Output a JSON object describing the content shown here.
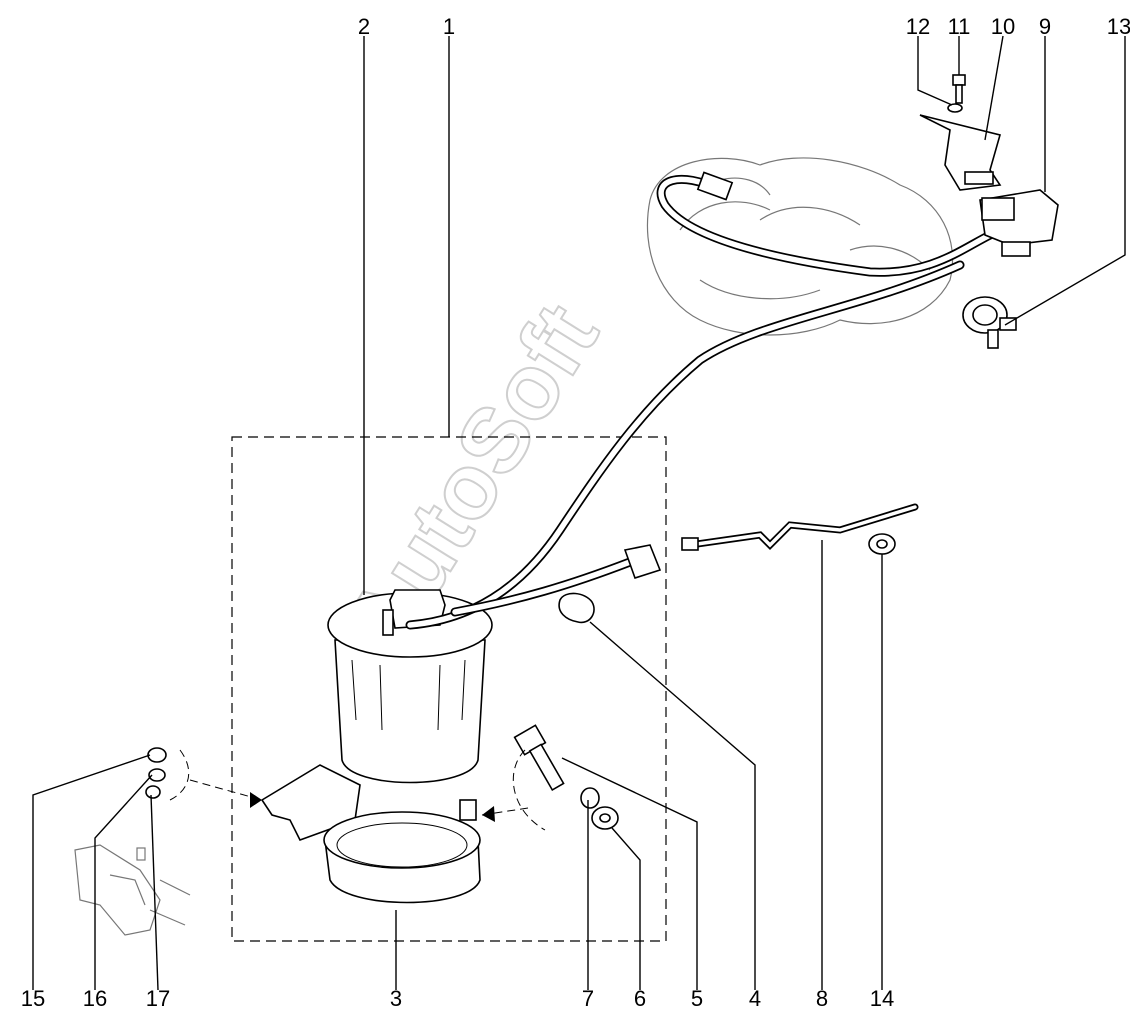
{
  "diagram": {
    "watermark": "AutoSoft",
    "callouts": [
      {
        "id": "c1",
        "label": "1"
      },
      {
        "id": "c2",
        "label": "2"
      },
      {
        "id": "c3",
        "label": "3"
      },
      {
        "id": "c4",
        "label": "4"
      },
      {
        "id": "c5",
        "label": "5"
      },
      {
        "id": "c6",
        "label": "6"
      },
      {
        "id": "c7",
        "label": "7"
      },
      {
        "id": "c8",
        "label": "8"
      },
      {
        "id": "c9",
        "label": "9"
      },
      {
        "id": "c10",
        "label": "10"
      },
      {
        "id": "c11",
        "label": "11"
      },
      {
        "id": "c12",
        "label": "12"
      },
      {
        "id": "c13",
        "label": "13"
      },
      {
        "id": "c14",
        "label": "14"
      },
      {
        "id": "c15",
        "label": "15"
      },
      {
        "id": "c16",
        "label": "16"
      },
      {
        "id": "c17",
        "label": "17"
      }
    ]
  }
}
